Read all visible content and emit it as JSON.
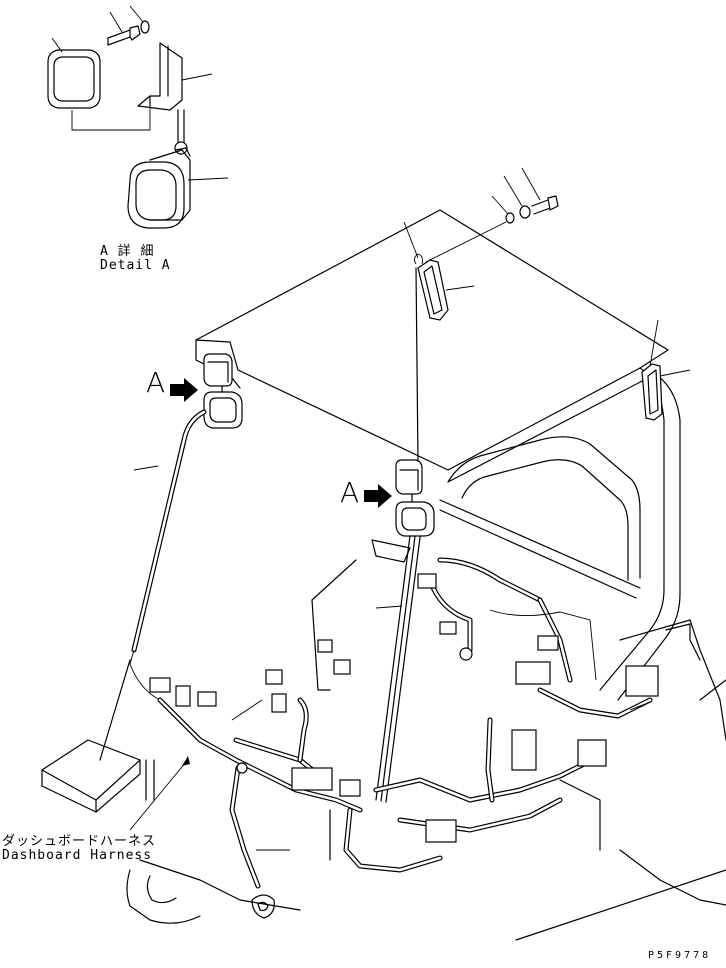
{
  "detail": {
    "jp": "A 詳 細",
    "en": "Detail A"
  },
  "view_markers": [
    "A",
    "A"
  ],
  "callout": {
    "jp": "ダッシュボードハーネス",
    "en": "Dashboard Harness"
  },
  "drawing_code": "P5F9778"
}
